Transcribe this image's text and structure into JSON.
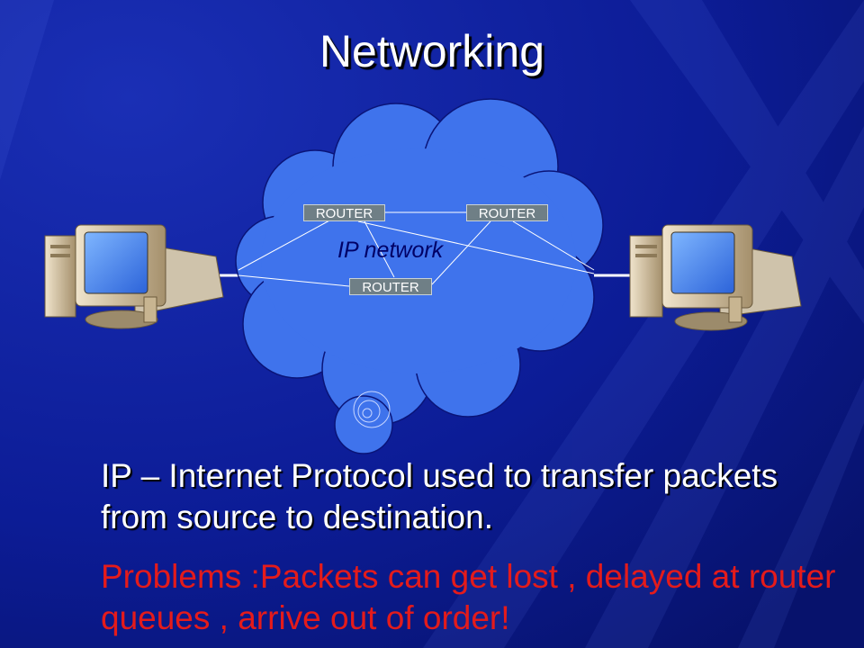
{
  "slide": {
    "title": "Networking",
    "network_label": "IP network",
    "routers": [
      "ROUTER",
      "ROUTER",
      "ROUTER"
    ],
    "body": "IP – Internet Protocol used to transfer packets from source to destination.",
    "problems": "Problems :Packets can get lost , delayed at router queues , arrive out of order!"
  },
  "colors": {
    "background": "#0b1a8c",
    "cloud": "#3f73ec",
    "title": "#ffffff",
    "problems_text": "#e41b1b"
  },
  "icons": [
    "computer-icon-left",
    "computer-icon-right",
    "cloud-shape",
    "loop-icon"
  ]
}
